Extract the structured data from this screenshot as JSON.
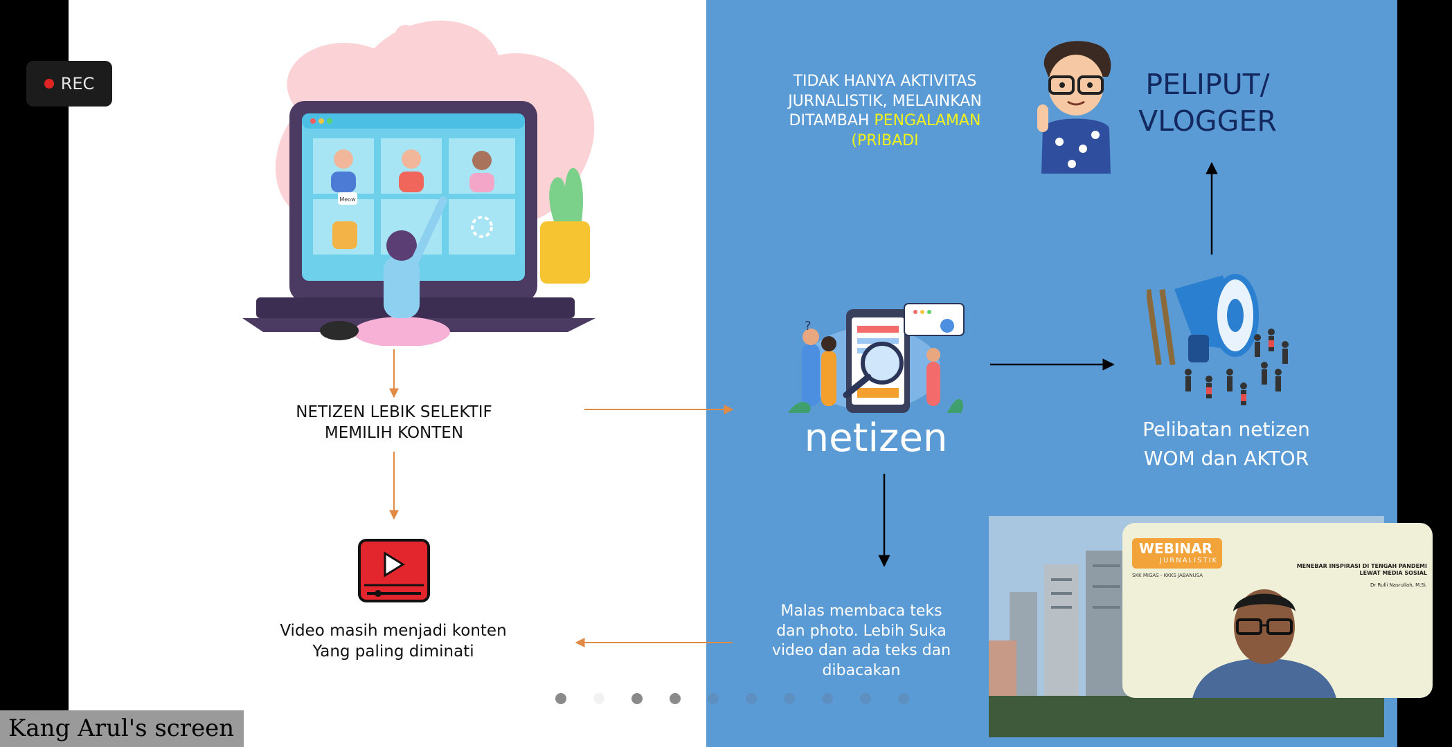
{
  "recording": {
    "label": "REC"
  },
  "screen_share": {
    "owner_label": "Kang Arul's screen"
  },
  "slide": {
    "left_panel": {
      "selective_text": "NETIZEN LEBIK SELEKTIF\nMEMILIH KONTEN",
      "video_text": "Video masih menjadi konten\nYang paling diminati",
      "laptop_bubble": "Meow"
    },
    "right_panel": {
      "journalism_text_plain": "TIDAK HANYA AKTIVITAS\nJURNALISTIK, MELAINKAN\nDITAMBAH ",
      "journalism_text_highlight": "PENGALAMAN\n(PRIBADI",
      "peliput_text": "PELIPUT/\nVLOGGER",
      "netizen_label": "netizen",
      "involvement_text": "Pelibatan netizen\nWOM dan AKTOR",
      "reading_text": "Malas membaca teks\ndan photo. Lebih Suka\nvideo dan ada teks dan\ndibacakan"
    },
    "pagination": {
      "total": 10,
      "current": 2
    }
  },
  "participant_video": {
    "banner_title": "WEBINAR",
    "banner_subtitle": "JURNALISTIK",
    "banner_org": "SKK MIGAS - KKKS JABANUSA",
    "banner_headline": "MENEBAR INSPIRASI DI TENGAH PANDEMI\nLEWAT MEDIA SOSIAL",
    "banner_speaker": "Dr Rulli Nasrullah, M.Si."
  },
  "colors": {
    "slide_blue": "#5b9bd5",
    "arrow_orange": "#e08a43",
    "highlight_yellow": "#f2f21a",
    "peliput_navy": "#13285e",
    "play_red": "#e3262e"
  }
}
